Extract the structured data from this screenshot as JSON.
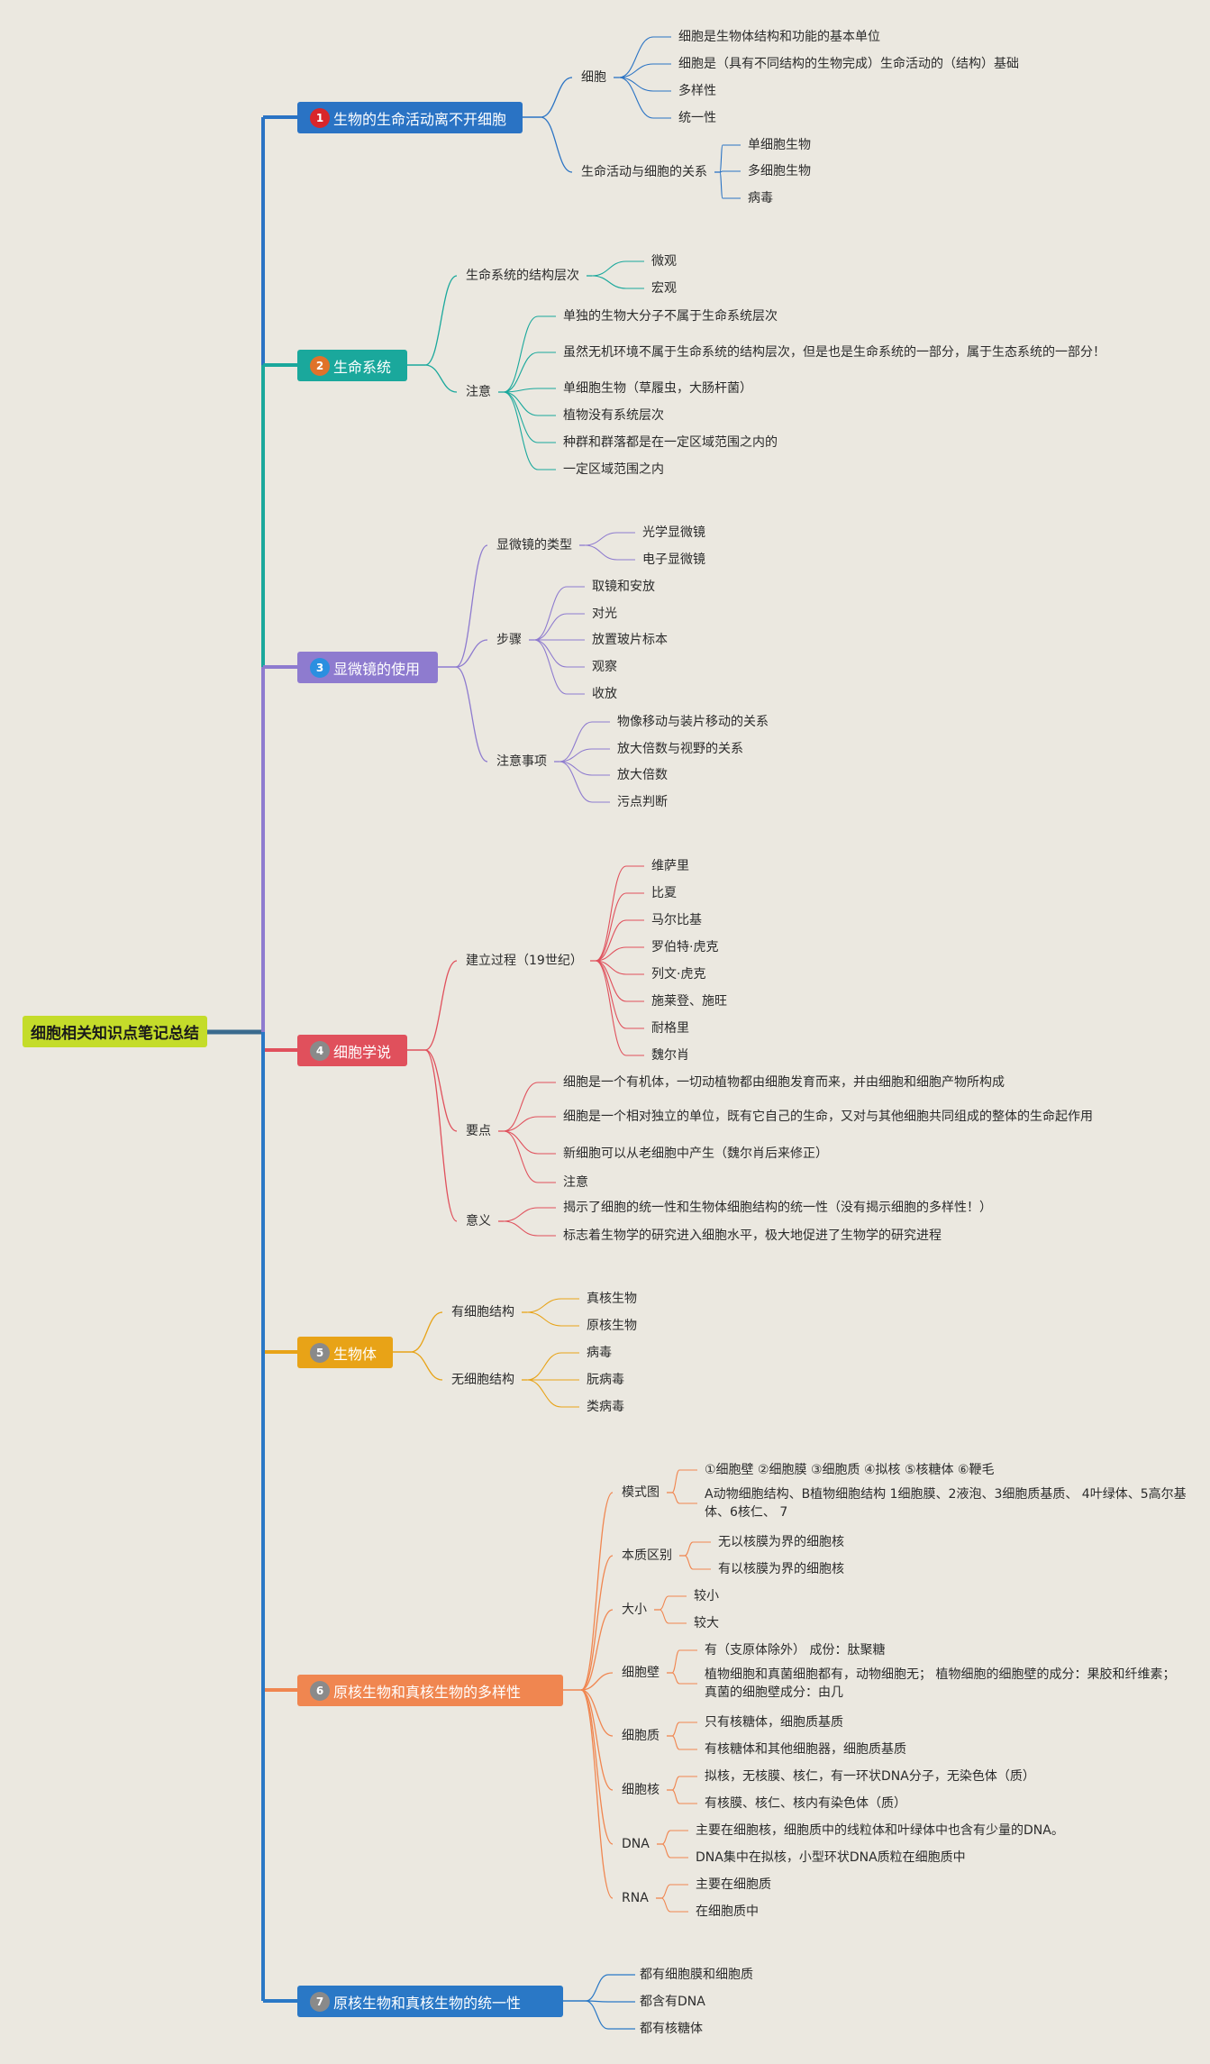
{
  "title": "细胞相关知识点笔记总结",
  "branches": [
    {
      "label": "生物的生命活动离不开细胞",
      "badge": "1",
      "color": "#2a73c4",
      "badge_color": "#d8262a",
      "children": [
        {
          "label": "细胞",
          "children": [
            {
              "label": "细胞是生物体结构和功能的基本单位"
            },
            {
              "label": "细胞是（具有不同结构的生物完成）生命活动的（结构）基础"
            },
            {
              "label": "多样性"
            },
            {
              "label": "统一性"
            }
          ]
        },
        {
          "label": "生命活动与细胞的关系",
          "children": [
            {
              "label": "单细胞生物"
            },
            {
              "label": "多细胞生物"
            },
            {
              "label": "病毒"
            }
          ]
        }
      ]
    },
    {
      "label": "生命系统",
      "badge": "2",
      "color": "#1aa89c",
      "badge_color": "#e0722a",
      "children": [
        {
          "label": "生命系统的结构层次",
          "children": [
            {
              "label": "微观"
            },
            {
              "label": "宏观"
            }
          ]
        },
        {
          "label": "注意",
          "children": [
            {
              "label": "单独的生物大分子不属于生命系统层次"
            },
            {
              "label": "虽然无机环境不属于生命系统的结构层次，但是也是生命系统的一部分，属于生态系统的一部分！"
            },
            {
              "label": "单细胞生物（草履虫，大肠杆菌）"
            },
            {
              "label": "植物没有系统层次"
            },
            {
              "label": "种群和群落都是在一定区域范围之内的"
            },
            {
              "label": "一定区域范围之内"
            }
          ]
        }
      ]
    },
    {
      "label": "显微镜的使用",
      "badge": "3",
      "color": "#8e7bcf",
      "badge_color": "#2b8fe0",
      "children": [
        {
          "label": "显微镜的类型",
          "children": [
            {
              "label": "光学显微镜"
            },
            {
              "label": "电子显微镜"
            }
          ]
        },
        {
          "label": "步骤",
          "children": [
            {
              "label": "取镜和安放"
            },
            {
              "label": "对光"
            },
            {
              "label": "放置玻片标本"
            },
            {
              "label": "观察"
            },
            {
              "label": "收放"
            }
          ]
        },
        {
          "label": "注意事项",
          "children": [
            {
              "label": "物像移动与装片移动的关系"
            },
            {
              "label": "放大倍数与视野的关系"
            },
            {
              "label": "放大倍数"
            },
            {
              "label": "污点判断"
            }
          ]
        }
      ]
    },
    {
      "label": "细胞学说",
      "badge": "4",
      "color": "#e0505c",
      "badge_color": "#8a8a8a",
      "children": [
        {
          "label": "建立过程（19世纪）",
          "children": [
            {
              "label": "维萨里"
            },
            {
              "label": "比夏"
            },
            {
              "label": "马尔比基"
            },
            {
              "label": "罗伯特·虎克"
            },
            {
              "label": "列文·虎克"
            },
            {
              "label": "施莱登、施旺"
            },
            {
              "label": "耐格里"
            },
            {
              "label": "魏尔肖"
            }
          ]
        },
        {
          "label": "要点",
          "children": [
            {
              "label": "细胞是一个有机体，一切动植物都由细胞发育而来，并由细胞和细胞产物所构成"
            },
            {
              "label": "细胞是一个相对独立的单位，既有它自己的生命，又对与其他细胞共同组成的整体的生命起作用"
            },
            {
              "label": "新细胞可以从老细胞中产生（魏尔肖后来修正）"
            },
            {
              "label": "注意"
            }
          ]
        },
        {
          "label": "意义",
          "children": [
            {
              "label": "揭示了细胞的统一性和生物体细胞结构的统一性（没有揭示细胞的多样性！）"
            },
            {
              "label": "标志着生物学的研究进入细胞水平，极大地促进了生物学的研究进程"
            }
          ]
        }
      ]
    },
    {
      "label": "生物体",
      "badge": "5",
      "color": "#e8a317",
      "badge_color": "#8a8a8a",
      "children": [
        {
          "label": "有细胞结构",
          "children": [
            {
              "label": "真核生物"
            },
            {
              "label": "原核生物"
            }
          ]
        },
        {
          "label": "无细胞结构",
          "children": [
            {
              "label": "病毒"
            },
            {
              "label": "朊病毒"
            },
            {
              "label": "类病毒"
            }
          ]
        }
      ]
    },
    {
      "label": "原核生物和真核生物的多样性",
      "badge": "6",
      "color": "#f08650",
      "badge_color": "#8a8a8a",
      "children": [
        {
          "label": "模式图",
          "children": [
            {
              "label": "①细胞壁 ②细胞膜 ③细胞质 ④拟核 ⑤核糖体 ⑥鞭毛"
            },
            {
              "label": "A动物细胞结构、B植物细胞结构 1细胞膜、2液泡、3细胞质基质、 4叶绿体、5高尔基体、6核仁、 7"
            }
          ]
        },
        {
          "label": "本质区别",
          "children": [
            {
              "label": "无以核膜为界的细胞核"
            },
            {
              "label": "有以核膜为界的细胞核"
            }
          ]
        },
        {
          "label": "大小",
          "children": [
            {
              "label": "较小"
            },
            {
              "label": "较大"
            }
          ]
        },
        {
          "label": "细胞壁",
          "children": [
            {
              "label": "有（支原体除外） 成份：肽聚糖"
            },
            {
              "label": "植物细胞和真菌细胞都有，动物细胞无； 植物细胞的细胞壁的成分：果胶和纤维素； 真菌的细胞壁成分：由几"
            }
          ]
        },
        {
          "label": "细胞质",
          "children": [
            {
              "label": "只有核糖体，细胞质基质"
            },
            {
              "label": "有核糖体和其他细胞器，细胞质基质"
            }
          ]
        },
        {
          "label": "细胞核",
          "children": [
            {
              "label": "拟核，无核膜、核仁，有一环状DNA分子，无染色体（质）"
            },
            {
              "label": "有核膜、核仁、核内有染色体（质）"
            }
          ]
        },
        {
          "label": "DNA",
          "children": [
            {
              "label": "主要在细胞核，细胞质中的线粒体和叶绿体中也含有少量的DNA。"
            },
            {
              "label": "DNA集中在拟核，小型环状DNA质粒在细胞质中"
            }
          ]
        },
        {
          "label": "RNA",
          "children": [
            {
              "label": "主要在细胞质"
            },
            {
              "label": "在细胞质中"
            }
          ]
        }
      ]
    },
    {
      "label": "原核生物和真核生物的统一性",
      "badge": "7",
      "color": "#2a78c6",
      "badge_color": "#8a8a8a",
      "children": [
        {
          "label": "都有细胞膜和细胞质"
        },
        {
          "label": "都含有DNA"
        },
        {
          "label": "都有核糖体"
        }
      ]
    }
  ]
}
